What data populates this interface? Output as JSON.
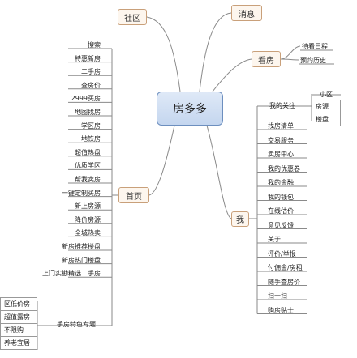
{
  "root": {
    "label": "房多多"
  },
  "branches": {
    "community": {
      "label": "社区"
    },
    "messages": {
      "label": "消息"
    },
    "viewing": {
      "label": "看房",
      "items": [
        "待看日程",
        "预约历史"
      ]
    },
    "home": {
      "label": "首页",
      "items": [
        "搜索",
        "特惠新房",
        "二手房",
        "查房价",
        "2999买房",
        "地图找房",
        "学区房",
        "地铁房",
        "超值热盘",
        "优质学区",
        "帮我卖房",
        "一键定制买房",
        "新上房源",
        "降价房源",
        "全城热卖",
        "新房推荐楼盘",
        "新房热门楼盘",
        "上门实勘精选二手房"
      ],
      "special": {
        "label": "二手房特色专题",
        "items": [
          "区低价房",
          "超值露房",
          "不限购",
          "养老宜居"
        ]
      }
    },
    "me": {
      "label": "我",
      "items": [
        "找房清单",
        "交易服务",
        "卖房中心",
        "我的优惠卷",
        "我的金融",
        "我的钱包",
        "在线估价",
        "意见反馈",
        "关于",
        "评价/举报",
        "付佣金/房租",
        "随手查房价",
        "扫一扫",
        "购房贴士"
      ],
      "follow": {
        "label": "我的关注",
        "items": [
          "小区",
          "房源",
          "楼盘"
        ]
      }
    }
  }
}
